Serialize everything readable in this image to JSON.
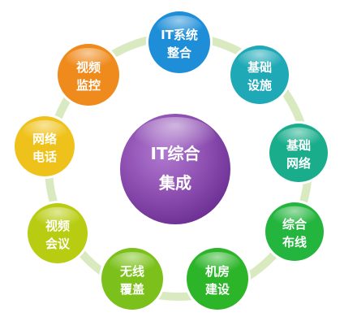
{
  "center": {
    "line1": "IT综合",
    "line2": "集成",
    "color": "#8e4fb1"
  },
  "nodes": [
    {
      "id": "it-system-integration",
      "line1": "IT系统",
      "line2": "整合",
      "color": "#1f8ed8"
    },
    {
      "id": "infrastructure",
      "line1": "基础",
      "line2": "设施",
      "color": "#1fa9b7"
    },
    {
      "id": "basic-network",
      "line1": "基础",
      "line2": "网络",
      "color": "#19ad8c"
    },
    {
      "id": "integrated-cabling",
      "line1": "综合",
      "line2": "布线",
      "color": "#24b53f"
    },
    {
      "id": "machine-room",
      "line1": "机房",
      "line2": "建设",
      "color": "#2db52a"
    },
    {
      "id": "wireless-coverage",
      "line1": "无线",
      "line2": "覆盖",
      "color": "#7cc11b"
    },
    {
      "id": "video-conference",
      "line1": "视频",
      "line2": "会议",
      "color": "#b8cc12"
    },
    {
      "id": "network-phone",
      "line1": "网络",
      "line2": "电话",
      "color": "#efc21b"
    },
    {
      "id": "video-surveillance",
      "line1": "视频",
      "line2": "监控",
      "color": "#ef8a1c"
    }
  ],
  "ring_color": "#b9d88c"
}
